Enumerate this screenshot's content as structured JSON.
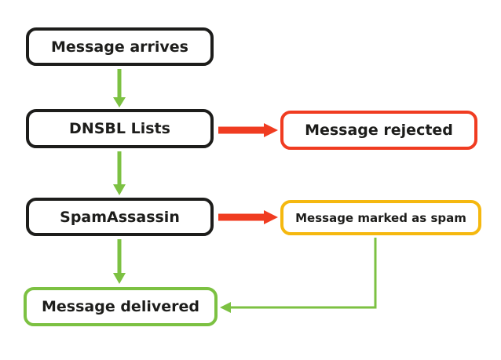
{
  "flowchart": {
    "nodes": [
      {
        "id": "message-arrives",
        "label": "Message arrives",
        "border_color": "#1d1d1b"
      },
      {
        "id": "dnsbl-lists",
        "label": "DNSBL Lists",
        "border_color": "#1d1d1b"
      },
      {
        "id": "message-rejected",
        "label": "Message rejected",
        "border_color": "#f03c21"
      },
      {
        "id": "spamassassin",
        "label": "SpamAssassin",
        "border_color": "#1d1d1b"
      },
      {
        "id": "message-marked-as-spam",
        "label": "Message marked as spam",
        "border_color": "#f5b80f"
      },
      {
        "id": "message-delivered",
        "label": "Message delivered",
        "border_color": "#7cc142"
      }
    ],
    "colors": {
      "flow_arrow_green": "#7cc142",
      "reject_arrow_red": "#f03c21",
      "background": "#ffffff",
      "text": "#1d1d1b"
    }
  }
}
